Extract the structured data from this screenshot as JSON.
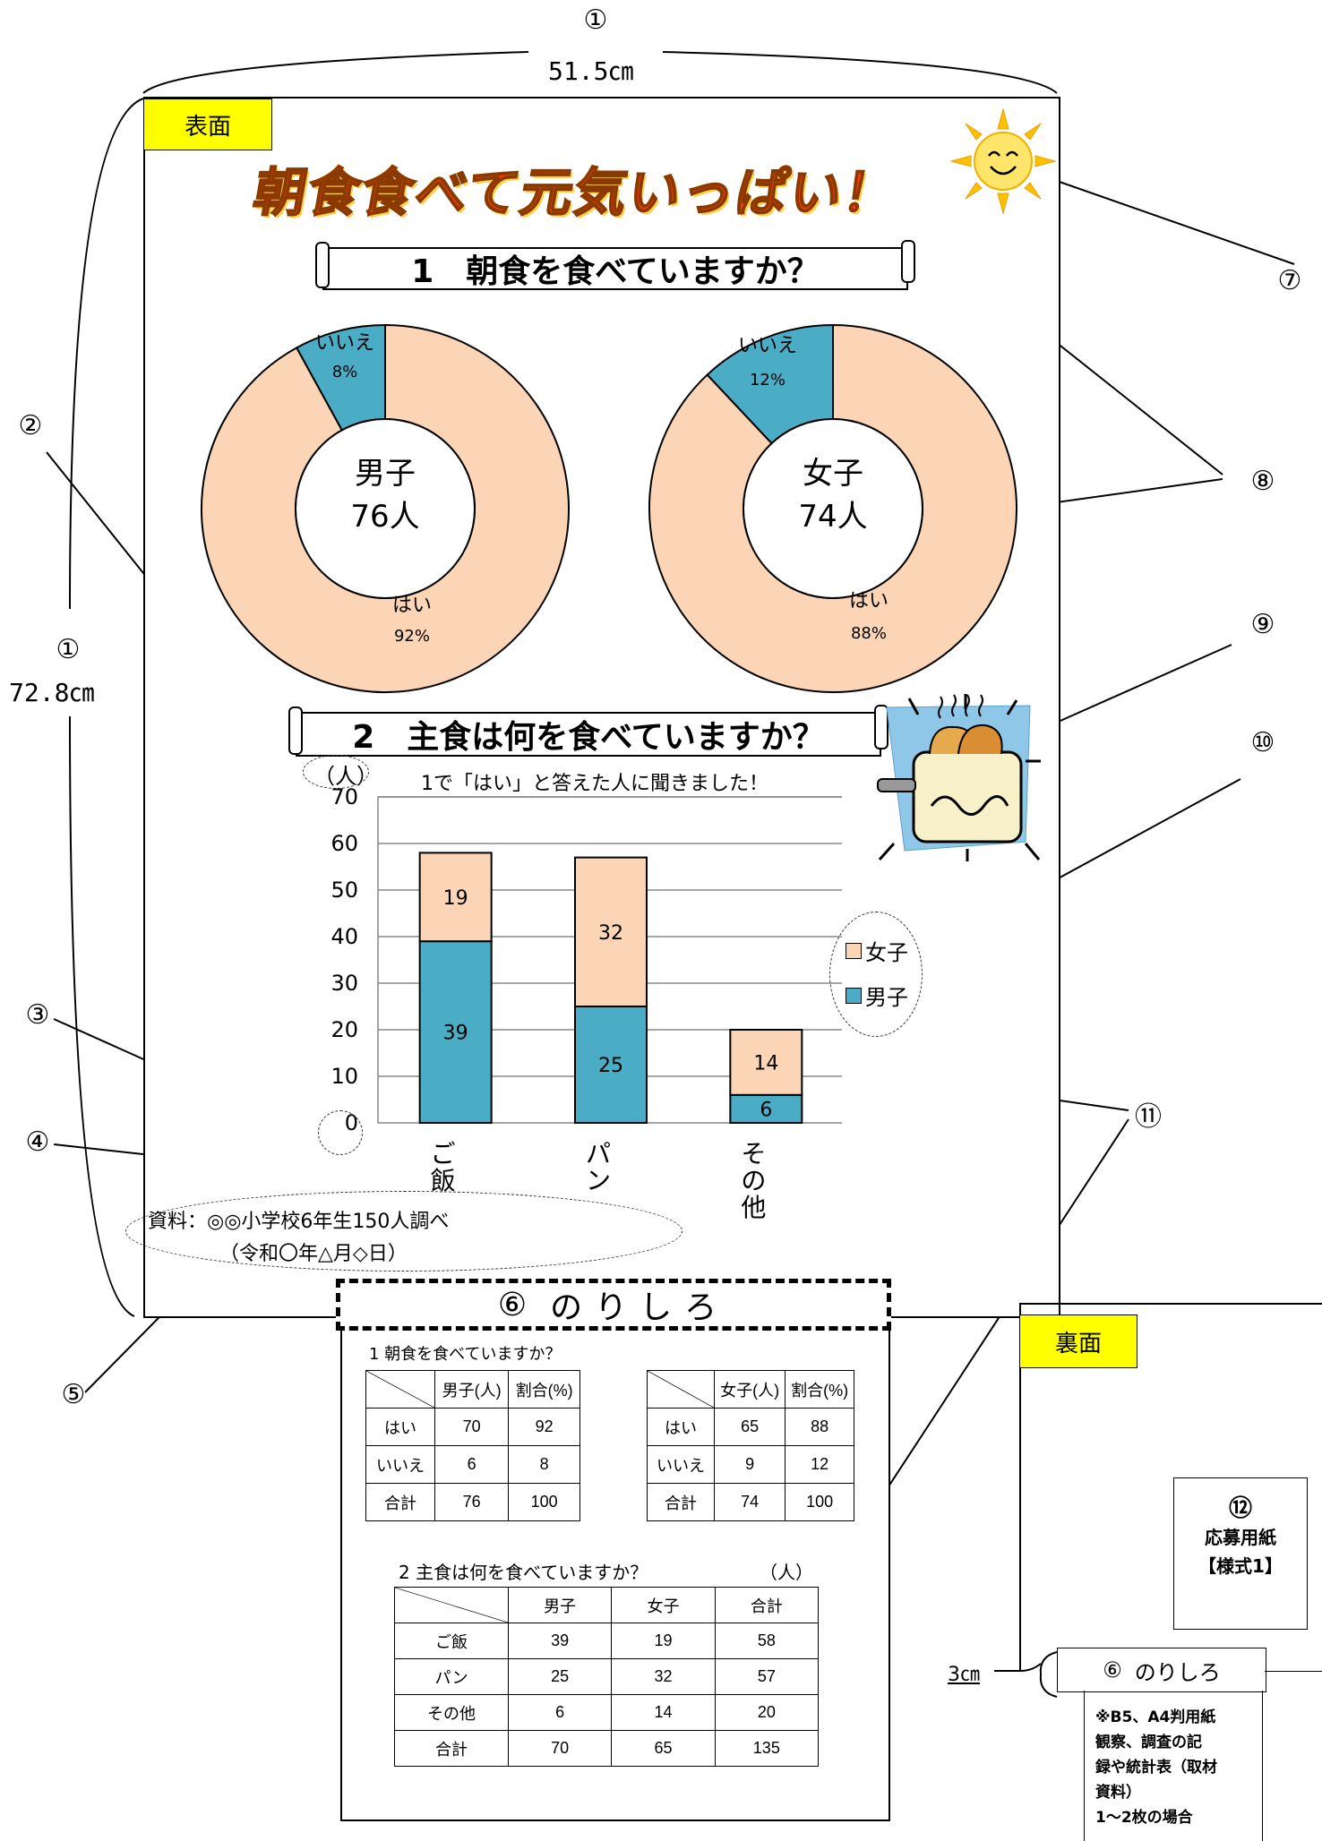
{
  "width_marker": "①",
  "width_label": "51.5㎝",
  "height_marker": "①",
  "height_label": "72.8㎝",
  "front_tag": "表面",
  "back_tag": "裏面",
  "main_title": "朝食食べて元気いっぱい！",
  "q1_title": "1　朝食を食べていますか？",
  "q2_title": "2　主食は何を食べていますか？",
  "q2_subtitle": "1で「はい」と答えた人に聞きました！",
  "y_unit": "（人）",
  "source_line1": "資料：◎◎小学校6年生150人調べ",
  "source_line2": "（令和〇年△月◇日）",
  "markers": {
    "m2": "②",
    "m3": "③",
    "m4": "④",
    "m5": "⑤",
    "m6": "⑥",
    "m7": "⑦",
    "m8": "⑧",
    "m9": "⑨",
    "m10": "⑩",
    "m11": "⑪",
    "m12": "⑫"
  },
  "nori_label": "のりしろ",
  "nori_back_label": "のりしろ",
  "back_margin_label": "3㎝",
  "form_box": {
    "line1": "応募用紙",
    "line2": "【様式1】"
  },
  "note_lines": [
    "※B5、A4判用紙",
    "観察、調査の記",
    "録や統計表（取材",
    "資料）",
    "1～2枚の場合"
  ],
  "donuts": [
    {
      "center_line1": "男子",
      "center_line2": "76人",
      "yes_label": "はい",
      "yes_pct": "92%",
      "no_label": "いいえ",
      "no_pct": "8%"
    },
    {
      "center_line1": "女子",
      "center_line2": "74人",
      "yes_label": "はい",
      "yes_pct": "88%",
      "no_label": "いいえ",
      "no_pct": "12%"
    }
  ],
  "legend": {
    "girls": "女子",
    "boys": "男子"
  },
  "table1": {
    "title": "1 朝食を食べていますか？",
    "boys_header": [
      "男子(人)",
      "割合(%)"
    ],
    "girls_header": [
      "女子(人)",
      "割合(%)"
    ],
    "row_labels": [
      "はい",
      "いいえ",
      "合計"
    ],
    "boys_rows": [
      [
        "70",
        "92"
      ],
      [
        "6",
        "8"
      ],
      [
        "76",
        "100"
      ]
    ],
    "girls_rows": [
      [
        "65",
        "88"
      ],
      [
        "9",
        "12"
      ],
      [
        "74",
        "100"
      ]
    ]
  },
  "table2": {
    "title": "2 主食は何を食べていますか？",
    "unit": "（人）",
    "headers": [
      "男子",
      "女子",
      "合計"
    ],
    "rows": [
      {
        "label": "ご飯",
        "values": [
          "39",
          "19",
          "58"
        ]
      },
      {
        "label": "パン",
        "values": [
          "25",
          "32",
          "57"
        ]
      },
      {
        "label": "その他",
        "values": [
          "6",
          "14",
          "20"
        ]
      },
      {
        "label": "合計",
        "values": [
          "70",
          "65",
          "135"
        ]
      }
    ]
  },
  "colors": {
    "peach": "#fbd5b5",
    "teal": "#4bacc6",
    "title_red": "#ff3b14",
    "tag_yellow": "#ffff00"
  },
  "chart_data": [
    {
      "type": "pie",
      "categories": [
        "はい",
        "いいえ"
      ],
      "values": [
        92,
        8
      ],
      "center_text": "男子 76人"
    },
    {
      "type": "pie",
      "categories": [
        "はい",
        "いいえ"
      ],
      "values": [
        88,
        12
      ],
      "center_text": "女子 74人"
    },
    {
      "type": "bar",
      "stacked": true,
      "title": "1で「はい」と答えた人に聞きました！",
      "ylabel": "（人）",
      "categories": [
        "ご飯",
        "パン",
        "その他"
      ],
      "series": [
        {
          "name": "男子",
          "values": [
            39,
            25,
            6
          ]
        },
        {
          "name": "女子",
          "values": [
            19,
            32,
            14
          ]
        }
      ],
      "ylim": [
        0,
        70
      ],
      "yticks": [
        0,
        10,
        20,
        30,
        40,
        50,
        60,
        70
      ],
      "grid": true,
      "legend": "right"
    }
  ]
}
